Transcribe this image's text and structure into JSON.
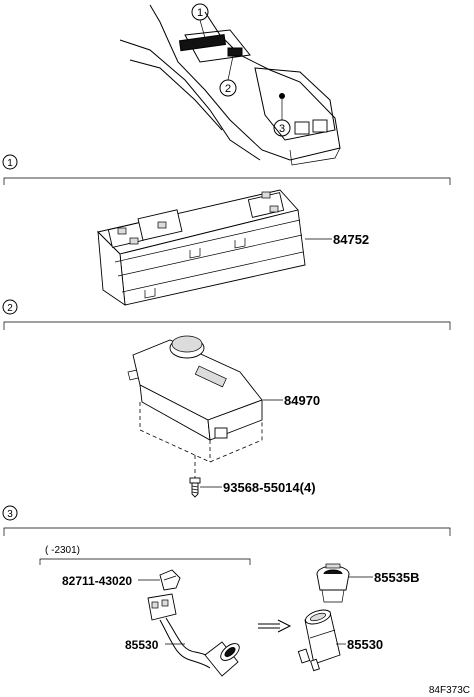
{
  "overview": {
    "callouts": [
      "1",
      "2",
      "3"
    ]
  },
  "sections": [
    {
      "number": "1",
      "parts": [
        {
          "part_number": "84752"
        }
      ]
    },
    {
      "number": "2",
      "parts": [
        {
          "part_number": "84970"
        },
        {
          "part_number": "93568-55014(4)"
        }
      ]
    },
    {
      "number": "3",
      "range_note": "(     -2301)",
      "parts": [
        {
          "part_number": "82711-43020"
        },
        {
          "part_number": "85530"
        },
        {
          "part_number": "85535B"
        },
        {
          "part_number": "85530"
        }
      ]
    }
  ],
  "diagram_code": "84F373C"
}
